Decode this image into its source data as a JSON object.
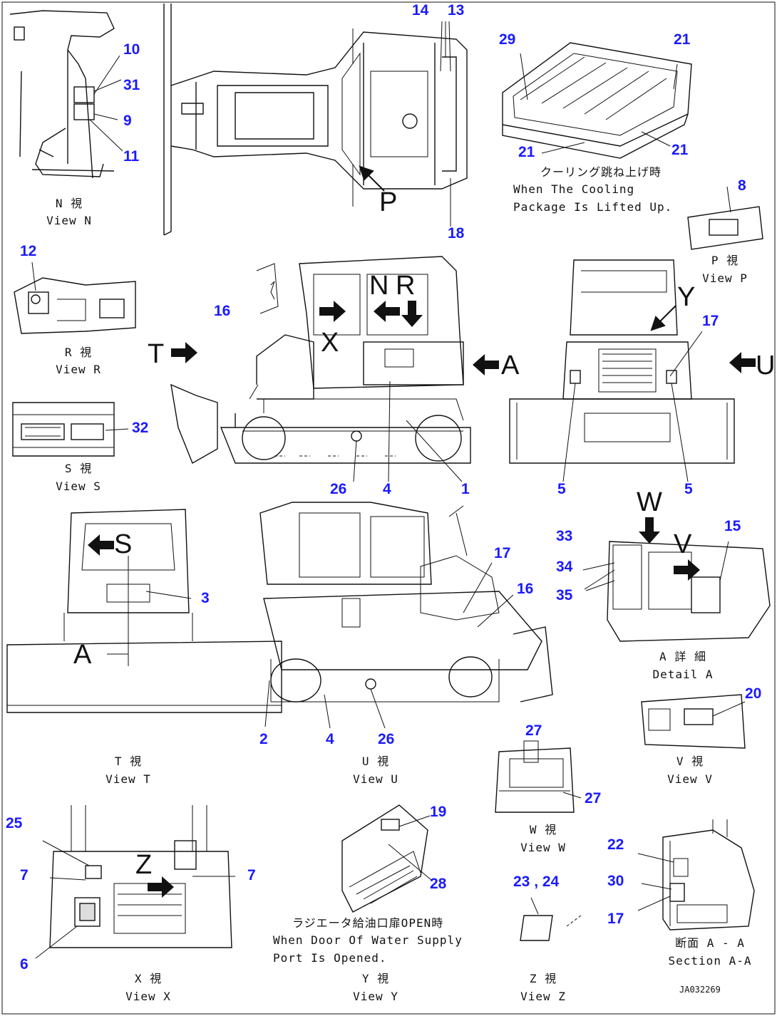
{
  "callouts": {
    "n10": "10",
    "n31": "31",
    "n9": "9",
    "n11": "11",
    "n14": "14",
    "n13": "13",
    "n29": "29",
    "n21a": "21",
    "n21b": "21",
    "n21c": "21",
    "n8": "8",
    "n18": "18",
    "n12": "12",
    "n16a": "16",
    "n17a": "17",
    "n32": "32",
    "n26a": "26",
    "n4a": "4",
    "n1": "1",
    "n5a": "5",
    "n5b": "5",
    "n3": "3",
    "n17b": "17",
    "n16b": "16",
    "n33": "33",
    "n34": "34",
    "n35": "35",
    "n15": "15",
    "n2": "2",
    "n4b": "4",
    "n26b": "26",
    "n20": "20",
    "n27a": "27",
    "n27b": "27",
    "n25": "25",
    "n7a": "7",
    "n7b": "7",
    "n6": "6",
    "n19": "19",
    "n28": "28",
    "n23_24": "23 , 24",
    "n22": "22",
    "n30": "30",
    "n17c": "17"
  },
  "view_letters": {
    "P": "P",
    "T": "T",
    "X": "X",
    "N": "N",
    "R": "R",
    "A": "A",
    "Y": "Y",
    "U": "U",
    "S": "S",
    "A2": "A",
    "W": "W",
    "V": "V",
    "Z": "Z"
  },
  "captions": {
    "view_n_jp": "N 視",
    "view_n_en": "View N",
    "cooling_jp": "クーリング跳ね上げ時",
    "cooling_en1": "When The Cooling",
    "cooling_en2": "Package Is Lifted Up.",
    "view_p_jp": "P 視",
    "view_p_en": "View P",
    "view_r_jp": "R 視",
    "view_r_en": "View R",
    "view_s_jp": "S 視",
    "view_s_en": "View S",
    "view_t_jp": "T 視",
    "view_t_en": "View T",
    "view_u_jp": "U 視",
    "view_u_en": "View U",
    "detail_a_jp": "A 詳 細",
    "detail_a_en": "Detail A",
    "view_v_jp": "V 視",
    "view_v_en": "View V",
    "view_w_jp": "W 視",
    "view_w_en": "View W",
    "view_x_jp": "X 視",
    "view_x_en": "View X",
    "water_jp": "ラジエータ給油口扉OPEN時",
    "water_en1": "When Door Of Water Supply",
    "water_en2": "Port Is Opened.",
    "view_y_jp": "Y 視",
    "view_y_en": "View Y",
    "view_z_jp": "Z 視",
    "view_z_en": "View Z",
    "section_jp": "断面 A - A",
    "section_en": "Section A-A",
    "drawing_ref": "JA032269"
  },
  "colors": {
    "callout": "#1a1aff",
    "line": "#111111"
  }
}
